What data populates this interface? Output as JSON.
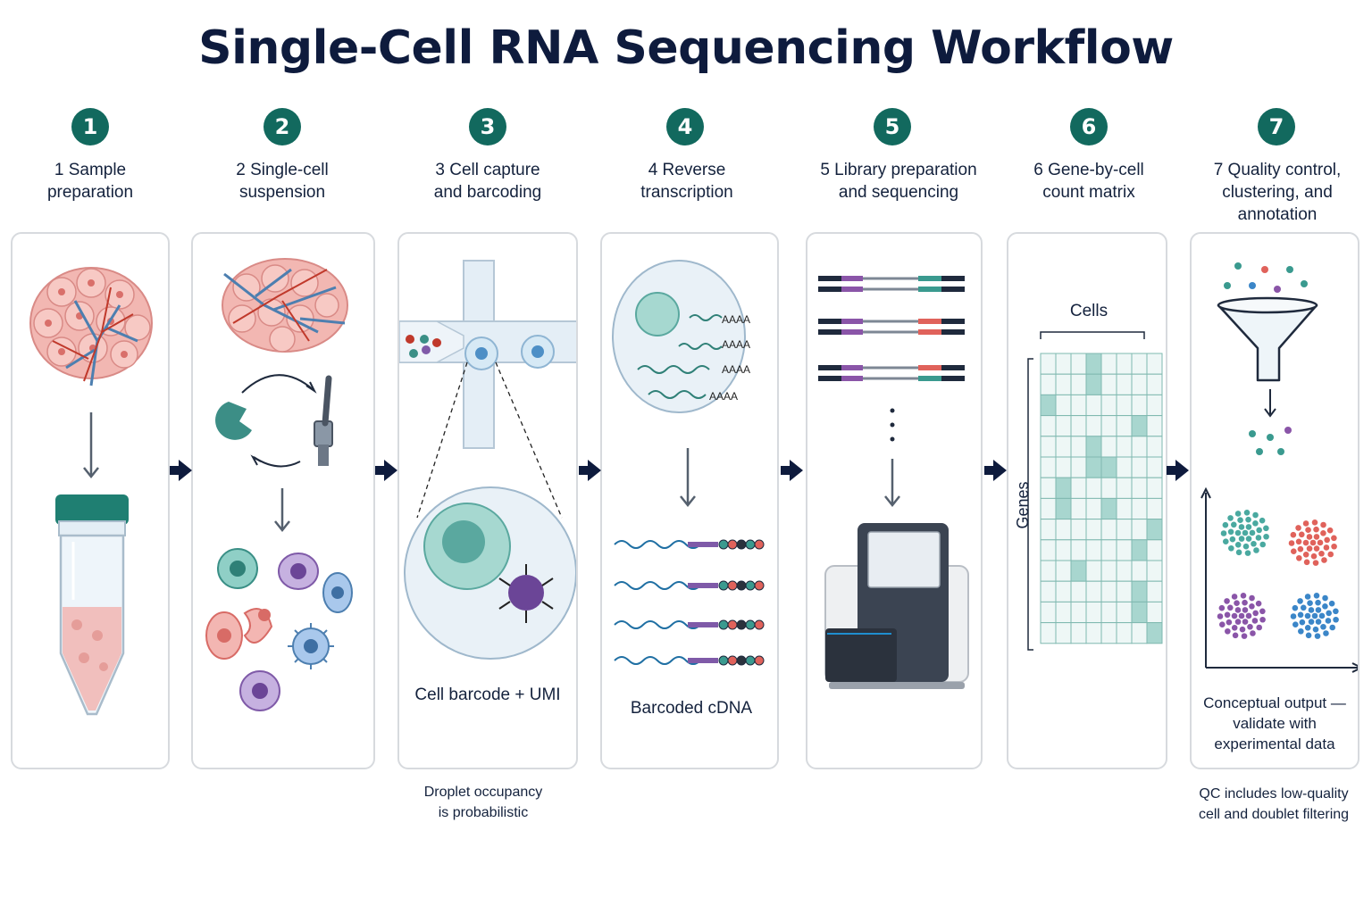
{
  "title": "Single-Cell RNA Sequencing Workflow",
  "steps": [
    {
      "number": "1",
      "label": "1 Sample\npreparation"
    },
    {
      "number": "2",
      "label": "2 Single-cell\nsuspension"
    },
    {
      "number": "3",
      "label": "3 Cell capture\nand barcoding",
      "caption": "Cell barcode + UMI",
      "note": "Droplet occupancy\nis probabilistic"
    },
    {
      "number": "4",
      "label": "4 Reverse\ntranscription",
      "caption": "Barcoded cDNA",
      "polyA": [
        "AAAA",
        "AAAA",
        "AAAA",
        "AAAA"
      ]
    },
    {
      "number": "5",
      "label": "5 Library preparation\nand sequencing"
    },
    {
      "number": "6",
      "label": "6 Gene-by-cell\ncount matrix",
      "col_axis": "Cells",
      "row_axis": "Genes"
    },
    {
      "number": "7",
      "label": "7 Quality control,\nclustering, and\nannotation",
      "caption": "Conceptual output —\nvalidate with\nexperimental data",
      "note": "QC includes low-quality\ncell and doublet filtering"
    }
  ],
  "colors": {
    "accent": "#12695e",
    "title": "#0e1b3d",
    "panel_border": "#d7dade",
    "arrow": "#0e1b3d",
    "cluster_teal": "#4aa9a0",
    "cluster_red": "#e0625b",
    "cluster_purple": "#8a55a8",
    "cluster_blue": "#3b86c8"
  }
}
